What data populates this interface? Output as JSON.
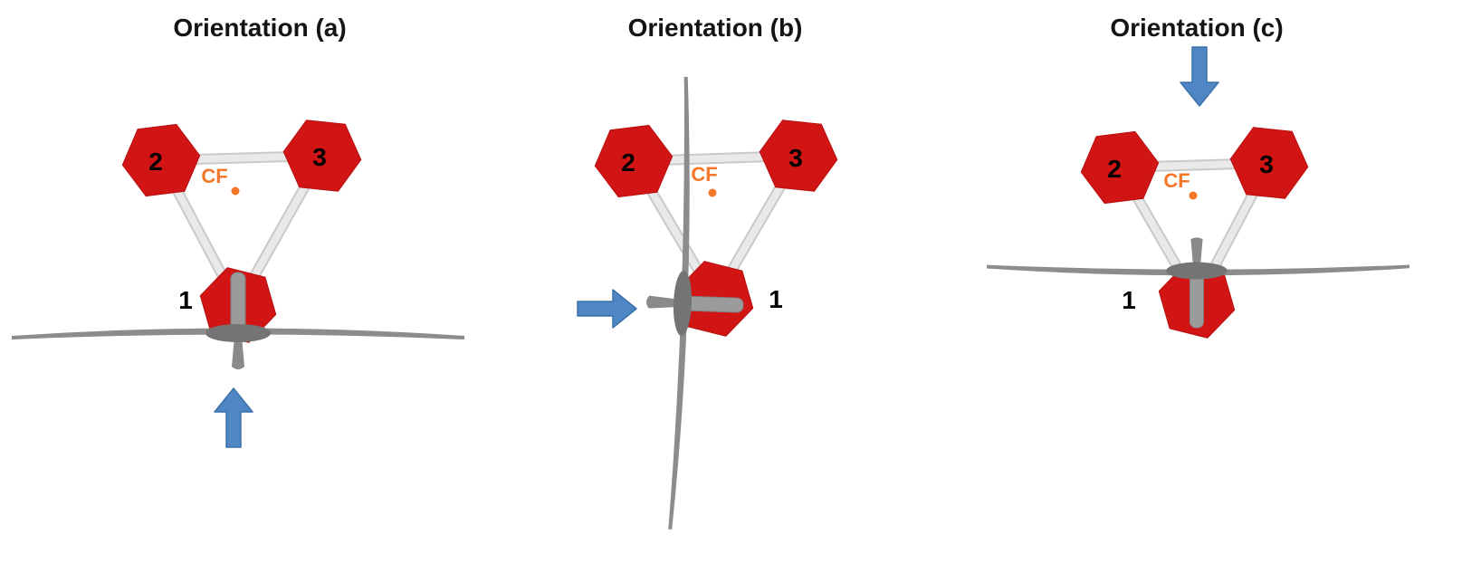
{
  "figure": {
    "colors": {
      "hexagon_red": "#d11414",
      "strut_gray": "#e9e9e9",
      "aircraft_gray": "#8c8c8c",
      "arrow_blue": "#4f87c5",
      "cf_orange": "#f4772a",
      "label_black": "#000000",
      "background": "#ffffff"
    },
    "panels": [
      {
        "id": "a",
        "title": "Orientation (a)",
        "flow_arrow_direction": "up",
        "labels": {
          "node1": "1",
          "node2": "2",
          "node3": "3",
          "cf": "CF"
        }
      },
      {
        "id": "b",
        "title": "Orientation (b)",
        "flow_arrow_direction": "right",
        "labels": {
          "node1": "1",
          "node2": "2",
          "node3": "3",
          "cf": "CF"
        }
      },
      {
        "id": "c",
        "title": "Orientation (c)",
        "flow_arrow_direction": "down",
        "labels": {
          "node1": "1",
          "node2": "2",
          "node3": "3",
          "cf": "CF"
        }
      }
    ]
  }
}
